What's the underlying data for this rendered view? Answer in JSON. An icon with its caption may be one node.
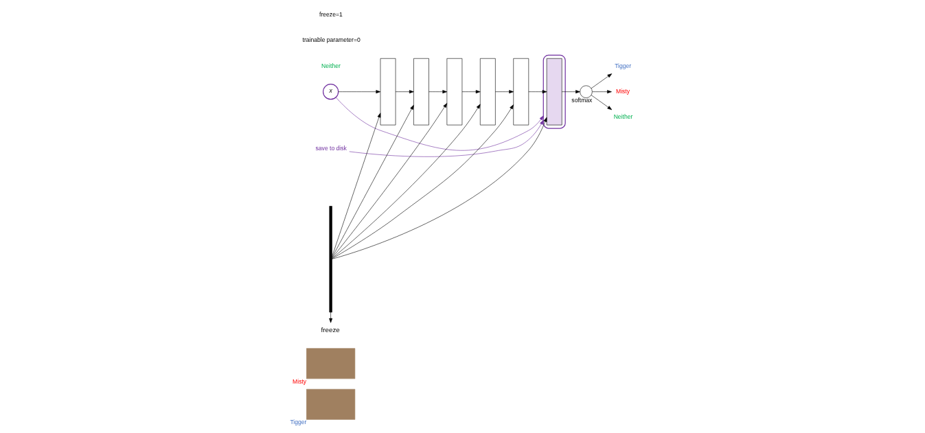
{
  "diagram": {
    "nodes": [
      {
        "text": [],
        "shape": "box",
        "beside": [
          "Tigger"
        ]
      },
      {
        "text": [],
        "shape": "box",
        "beside": [
          "Misty"
        ]
      },
      {
        "text": [
          "x"
        ]
      },
      {
        "text": [],
        "shape": "box"
      },
      {
        "text": [],
        "shape": "box"
      },
      {
        "text": [],
        "shape": "box"
      },
      {
        "text": [],
        "shape": "box"
      },
      {
        "text": [],
        "shape": "box"
      },
      {
        "text": [],
        "shape": "ellipse"
      },
      {
        "text": [],
        "shape": "box",
        "in": 8
      },
      {
        "text": [],
        "shape": "circle",
        "beside": [
          "softmax"
        ]
      },
      {
        "text": [
          "Tigger"
        ]
      },
      {
        "text": [
          "Misty"
        ]
      },
      {
        "text": [
          "Neither"
        ]
      },
      {
        "text": [
          "save to disk"
        ]
      },
      {
        "text": [],
        "shape": "bar"
      },
      {
        "text": [
          "freeze"
        ]
      }
    ],
    "edges": [
      {
        "from": 2,
        "to": 3,
        "arrow": "to"
      },
      {
        "from": 3,
        "to": 4,
        "arrow": "to"
      },
      {
        "from": 4,
        "to": 5,
        "arrow": "to"
      },
      {
        "from": 5,
        "to": 6,
        "arrow": "to"
      },
      {
        "from": 6,
        "to": 7,
        "arrow": "to"
      },
      {
        "from": 7,
        "to": 9,
        "arrow": "to"
      },
      {
        "from": 9,
        "to": 10,
        "arrow": "to"
      },
      {
        "from": 10,
        "to": 11,
        "arrow": "to"
      },
      {
        "from": 10,
        "to": 12,
        "arrow": "to"
      },
      {
        "from": 10,
        "to": 13,
        "arrow": "to"
      },
      {
        "from": 2,
        "to": 8,
        "arrow": "to",
        "color": "#7030a0"
      },
      {
        "from": 14,
        "to": 8,
        "arrow": "to",
        "color": "#7030a0"
      },
      {
        "from": 15,
        "to": 3,
        "arrow": "to"
      },
      {
        "from": 15,
        "to": 4,
        "arrow": "to"
      },
      {
        "from": 15,
        "to": 5,
        "arrow": "to"
      },
      {
        "from": 15,
        "to": 6,
        "arrow": "to"
      },
      {
        "from": 15,
        "to": 7,
        "arrow": "to"
      },
      {
        "from": 15,
        "to": 9,
        "arrow": "to"
      },
      {
        "from": 15,
        "to": 16,
        "arrow": "to"
      }
    ],
    "labels": [
      "Neither",
      "trainable parameter=0",
      "freeze=1"
    ]
  }
}
